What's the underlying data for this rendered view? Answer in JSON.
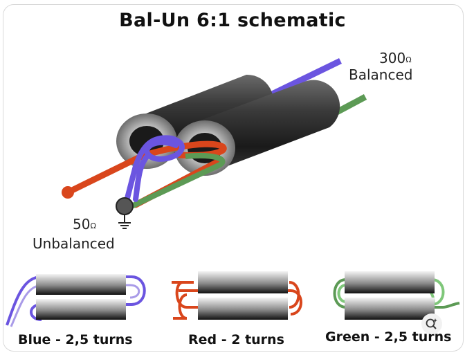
{
  "diagram": {
    "title": "Bal-Un 6:1 schematic",
    "balanced_value": "300",
    "balanced_unit": "Ω",
    "balanced_label": "Balanced",
    "unbalanced_value": "50",
    "unbalanced_unit": "Ω",
    "unbalanced_label": "Unbalanced"
  },
  "windings": [
    {
      "label": "Blue - 2,5 turns",
      "color": "#6b55e0"
    },
    {
      "label": "Red - 2 turns",
      "color": "#d9461c"
    },
    {
      "label": "Green - 2,5 turns",
      "color": "#5c9a55"
    }
  ],
  "colors": {
    "blue": "#6b55e0",
    "red": "#d9461c",
    "green": "#5c9a55",
    "core": "#2a2a2a"
  },
  "icons": {
    "lens": "visual-search-icon"
  }
}
